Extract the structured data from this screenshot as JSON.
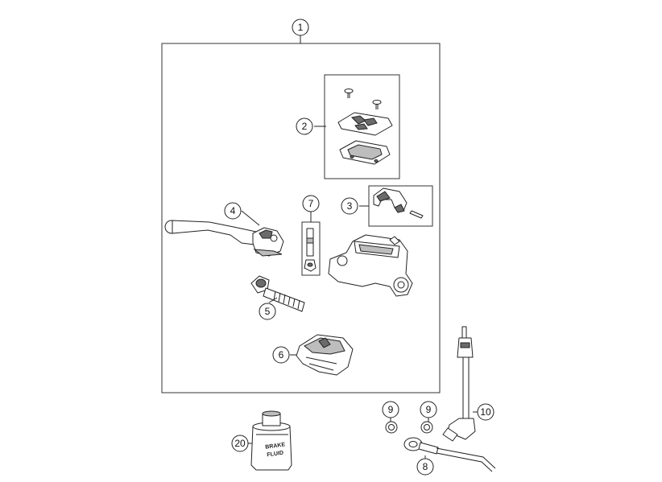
{
  "callouts": {
    "c1": "1",
    "c2": "2",
    "c3": "3",
    "c4": "4",
    "c5": "5",
    "c6": "6",
    "c7": "7",
    "c8": "8",
    "c9a": "9",
    "c9b": "9",
    "c10": "10",
    "c20": "20"
  },
  "bottle_label": {
    "line1": "BRAKE",
    "line2": "FLUID"
  },
  "colors": {
    "outline": "#222222",
    "fill_dark": "#6b6b6b",
    "fill_mid": "#bdbdbd"
  }
}
